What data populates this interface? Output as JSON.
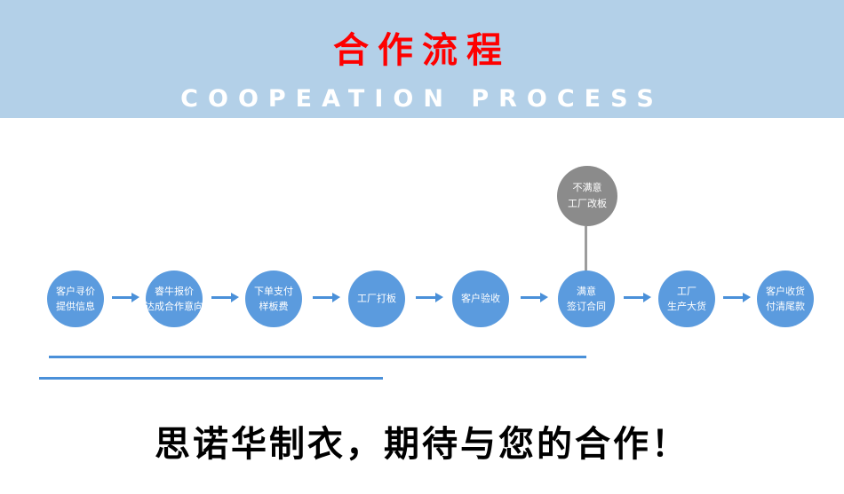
{
  "banner": {
    "title": "合作流程",
    "subtitle": "COOPEATION PROCESS"
  },
  "flow": {
    "steps": [
      {
        "line1": "客户寻价",
        "line2": "提供信息"
      },
      {
        "line1": "睿牛报价",
        "line2": "达成合作意向"
      },
      {
        "line1": "下单支付",
        "line2": "样板费"
      },
      {
        "line1": "工厂打板",
        "line2": ""
      },
      {
        "line1": "客户验收",
        "line2": ""
      },
      {
        "line1": "满意",
        "line2": "签订合同"
      },
      {
        "line1": "工厂",
        "line2": "生产大货"
      },
      {
        "line1": "客户收货",
        "line2": "付清尾款"
      }
    ],
    "rework": {
      "line1": "不满意",
      "line2": "工厂改板"
    }
  },
  "footer": {
    "text": "思诺华制衣，期待与您的合作！"
  },
  "colors": {
    "banner_bg": "#b3d0e8",
    "title_red": "#fe0000",
    "subtitle_white": "#ffffff",
    "circle_blue": "#5b9bde",
    "rework_gray": "#8b8b8b",
    "line_blue": "#4a90d9"
  }
}
